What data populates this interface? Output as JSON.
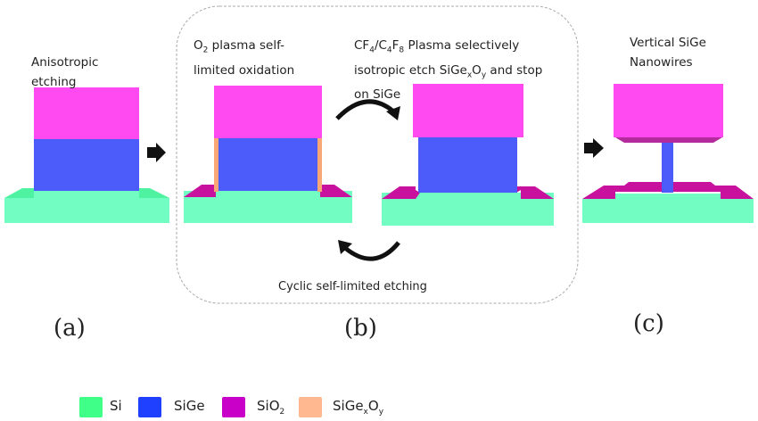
{
  "colors": {
    "si": "#72fdc2",
    "sige": "#4c5cfb",
    "sio2": "#c4009c",
    "sio2_pad": "#c8129e",
    "sigexoy": "#f9a777",
    "cap": "#ff4af2",
    "cap_shade": "#b32b9c",
    "legend_si": "#40ff88",
    "legend_sige": "#2040ff",
    "legend_sio2": "#c800c8",
    "legend_sigexoy": "#ffb890",
    "arrow": "#111111",
    "dash": "#aaaaaa"
  },
  "panel_a": {
    "line1": "Anisotropic",
    "line2": "etching",
    "label": "(a)"
  },
  "panel_b": {
    "step1_line1_pre": "O",
    "step1_line1_sub": "2",
    "step1_line1_post": " plasma self-",
    "step1_line2": "limited oxidation",
    "step2_line1": {
      "a": "CF",
      "a_sub": "4",
      "b": "/C",
      "b_sub": "4",
      "c": "F",
      "c_sub": "8",
      "d": " Plasma selectively"
    },
    "step2_line2": {
      "a": "isotropic etch SiGe",
      "x": "x",
      "o": "O",
      "y": "y",
      "rest": "  and stop"
    },
    "step2_line3": "on SiGe",
    "cycle_text": "Cyclic self-limited etching",
    "label": "(b)"
  },
  "panel_c": {
    "line1": "Vertical  SiGe",
    "line2": "Nanowires",
    "label": "(c)"
  },
  "legend": {
    "si": "Si",
    "sige": "SiGe",
    "sio2_pre": "SiO",
    "sio2_sub": "2",
    "sigexoy_pre": "SiGe",
    "sigexoy_x": "x",
    "sigexoy_o": "O",
    "sigexoy_y": "y"
  },
  "icons": {
    "step_arrow": "right-arrow-icon",
    "cycle_top": "curved-arrow-clockwise-icon",
    "cycle_bottom": "curved-arrow-return-icon"
  }
}
